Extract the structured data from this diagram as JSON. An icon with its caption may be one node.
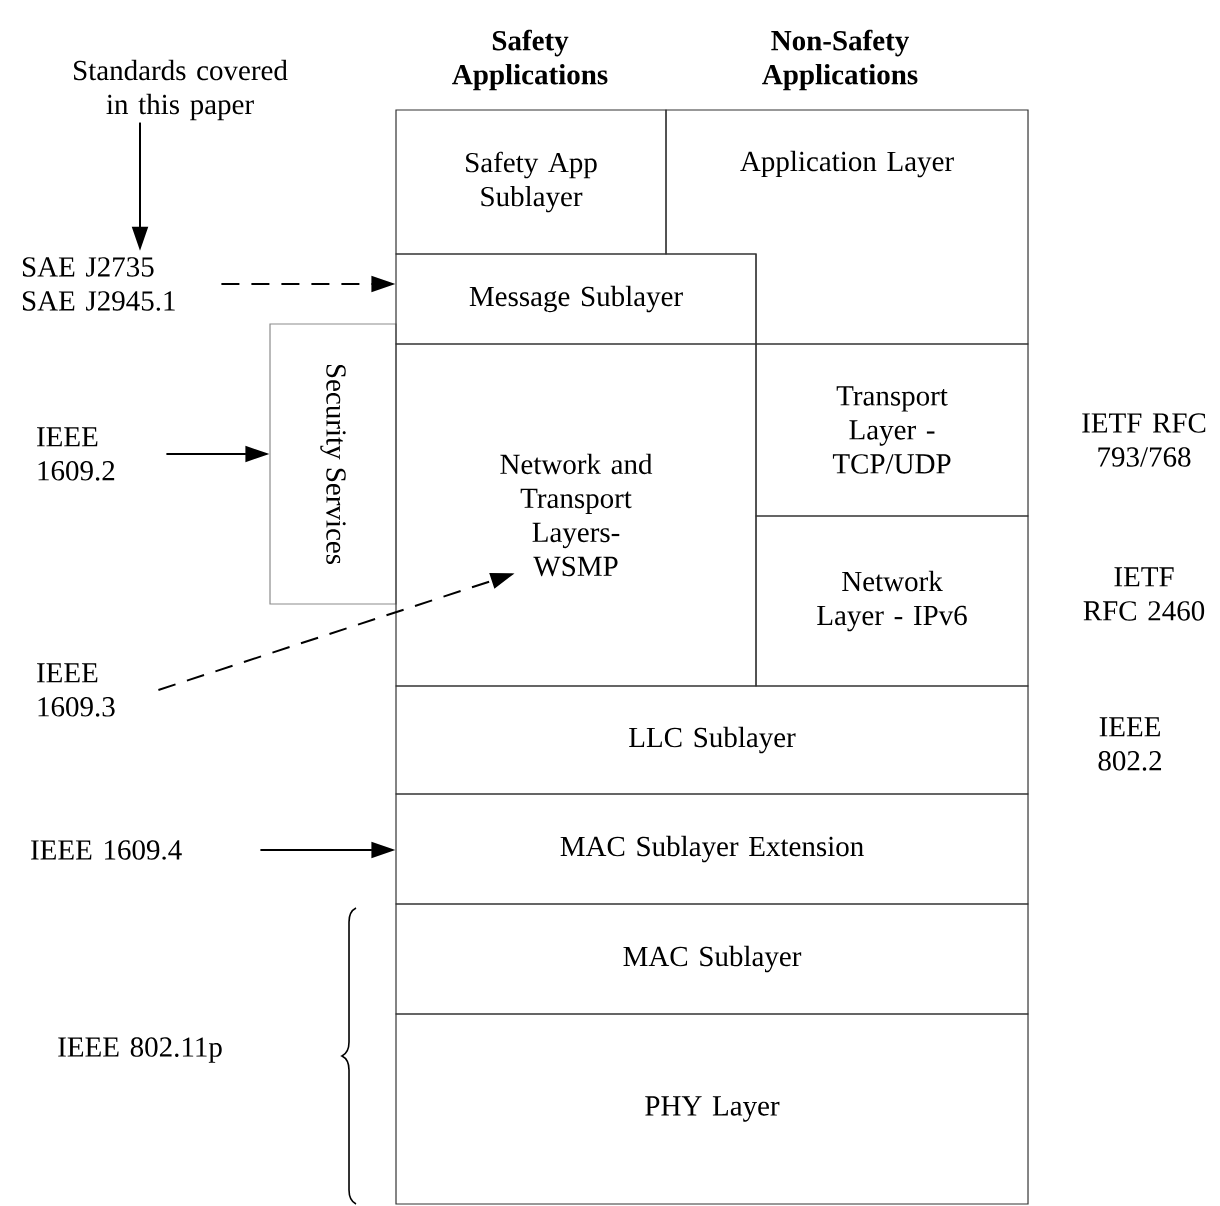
{
  "diagram": {
    "nodes": [
      {
        "text": [
          "Standards covered in this paper"
        ]
      },
      {
        "text": [
          "SAE J2735 SAE J2945.1"
        ]
      },
      {
        "text": [
          "Security Services"
        ]
      },
      {
        "text": [
          "Safety App Sublayer"
        ]
      },
      {
        "text": [
          "Application Layer"
        ]
      },
      {
        "text": [
          "Message Sublayer"
        ]
      },
      {
        "text": [
          "Network and Transport Layers- WSMP"
        ]
      },
      {
        "text": [
          "Transport Layer - TCP/UDP"
        ]
      },
      {
        "text": [
          "Network Layer - IPv6"
        ]
      },
      {
        "text": [
          "LLC Sublayer"
        ]
      },
      {
        "text": [
          "MAC Sublayer Extension"
        ]
      },
      {
        "text": [
          "MAC Sublayer"
        ]
      },
      {
        "text": [
          "PHY Layer"
        ]
      },
      {
        "text": [
          "IEEE 1609.2"
        ]
      },
      {
        "text": [
          "IEEE 1609.3"
        ]
      },
      {
        "text": [
          "IEEE 1609.4"
        ]
      }
    ],
    "edges": [
      {
        "from": 0,
        "to": 1,
        "arrow": "to"
      },
      {
        "from": 1,
        "to": 5,
        "arrow": "to",
        "style": "dashed"
      },
      {
        "from": 13,
        "to": 2,
        "arrow": "to"
      },
      {
        "from": 14,
        "to": 6,
        "arrow": "to",
        "style": "dashed"
      },
      {
        "from": 15,
        "to": 10,
        "arrow": "to"
      }
    ],
    "labels": [
      "Safety Applications",
      "Non-Safety Applications",
      "IETF RFC 793/768",
      "IETF RFC 2460",
      "IEEE 802.2",
      "IEEE 802.11p"
    ]
  }
}
